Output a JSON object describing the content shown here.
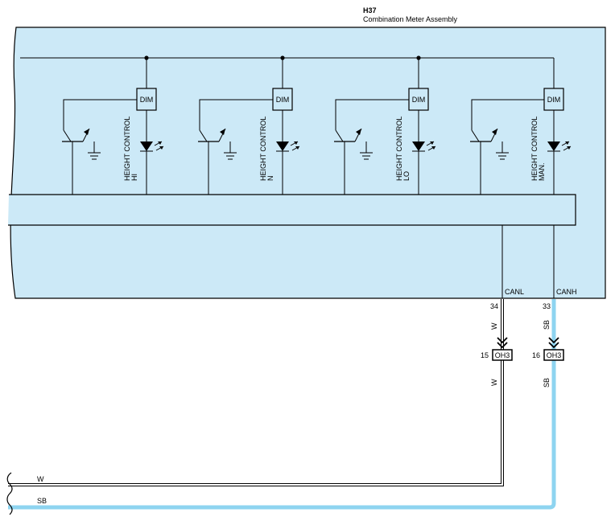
{
  "header": {
    "code": "H37",
    "title": "Combination Meter Assembly"
  },
  "circuits": [
    {
      "dim_label": "DIM",
      "line1": "HEIGHT CONTROL",
      "line2": "HI"
    },
    {
      "dim_label": "DIM",
      "line1": "HEIGHT CONTROL",
      "line2": "N"
    },
    {
      "dim_label": "DIM",
      "line1": "HEIGHT CONTROL",
      "line2": "LO"
    },
    {
      "dim_label": "DIM",
      "line1": "HEIGHT CONTROL",
      "line2": "MAN."
    }
  ],
  "pins": {
    "canl": {
      "signal": "CANL",
      "pin": "34",
      "wire_color": "W",
      "connector": "OH3",
      "connector_pin": "15",
      "wire_color_below": "W"
    },
    "canh": {
      "signal": "CANH",
      "pin": "33",
      "wire_color": "SB",
      "connector": "OH3",
      "connector_pin": "16",
      "wire_color_below": "SB"
    }
  },
  "bus_wires": [
    {
      "label": "W"
    },
    {
      "label": "SB"
    }
  ],
  "colors": {
    "assembly_fill": "#cce9f7",
    "sb_wire": "#8ed4f0",
    "line": "#000000"
  }
}
